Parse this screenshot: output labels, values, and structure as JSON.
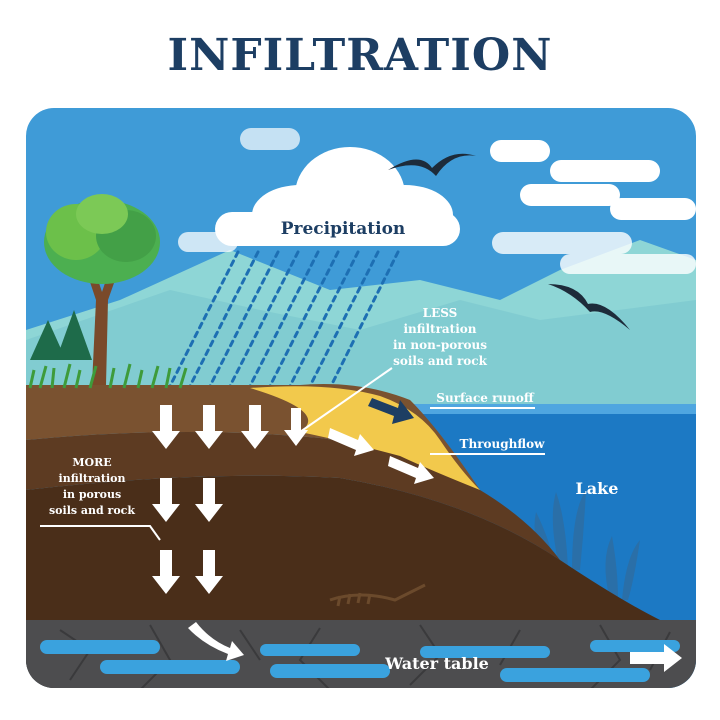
{
  "title": "INFILTRATION",
  "labels": {
    "precipitation": "Precipitation",
    "less_infiltration": [
      "LESS",
      "infiltration",
      "in non-porous",
      "soils and rock"
    ],
    "more_infiltration": [
      "MORE",
      "infiltration",
      "in porous",
      "soils and rock"
    ],
    "surface_runoff": "Surface runoff",
    "throughflow": "Throughflow",
    "lake": "Lake",
    "water_table": "Water table"
  },
  "colors": {
    "title": "#1d3e63",
    "sky": "#3f9bd7",
    "mountain": "#8ed6d6",
    "lake": "#1c79c4",
    "topsoil": "#7a5230",
    "subsoil": "#5d3b22",
    "deep_soil": "#4a2e19",
    "sand": "#f2c94c",
    "bedrock": "#4d4d4f",
    "groundwater": "#3aa2de",
    "text_dark": "#1d3e63",
    "text_light": "#ffffff"
  }
}
